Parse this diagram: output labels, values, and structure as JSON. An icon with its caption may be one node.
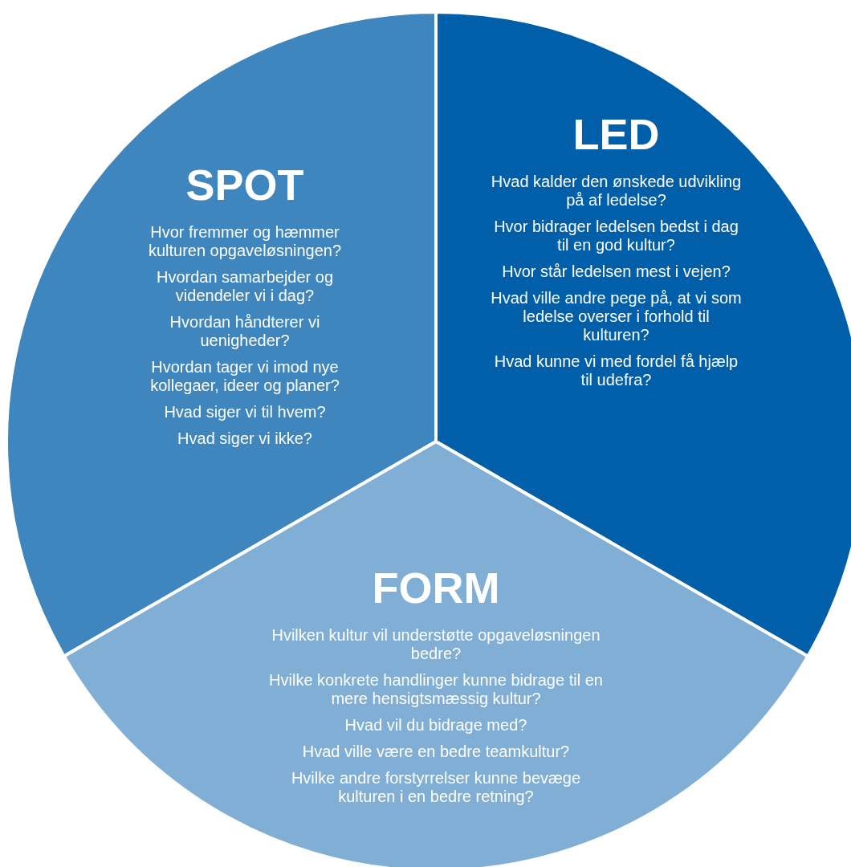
{
  "diagram": {
    "nodes": [
      {
        "text": [
          "SPOT",
          "Hvor fremmer og hæmmer kulturen opgaveløsningen?",
          "Hvordan samarbejder og videndeler vi i dag?",
          "Hvordan håndterer vi uenigheder?",
          "Hvordan tager vi imod nye kollegaer, ideer og planer?",
          "Hvad siger vi til hvem?",
          "Hvad siger vi ikke?"
        ]
      },
      {
        "text": [
          "LED",
          "Hvad kalder den ønskede udvikling på af ledelse?",
          "Hvor bidrager ledelsen bedst i dag til en god kultur?",
          "Hvor står ledelsen mest i vejen?",
          "Hvad ville andre pege på, at vi som ledelse overser i forhold til kulturen?",
          "Hvad kunne vi med fordel få hjælp til udefra?"
        ]
      },
      {
        "text": [
          "FORM",
          "Hvilken kultur vil understøtte opgaveløsningen bedre?",
          "Hvilke konkrete handlinger kunne bidrage til en mere hensigtsmæssig kultur?",
          "Hvad vil du bidrage med?",
          "Hvad ville være en bedre teamkultur?",
          "Hvilke andre forstyrrelser kunne bevæge kulturen i en bedre retning?"
        ]
      }
    ]
  }
}
